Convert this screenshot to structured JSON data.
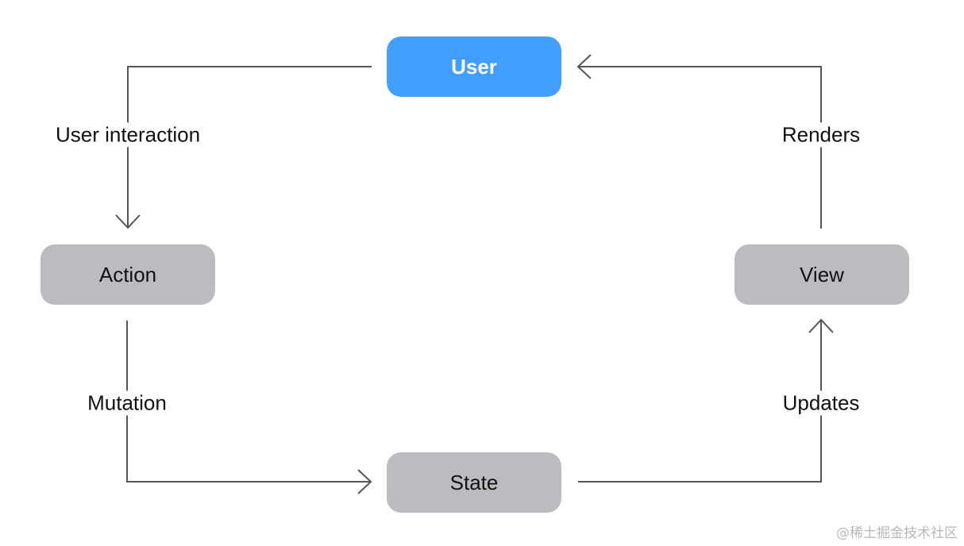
{
  "nodes": {
    "user": "User",
    "action": "Action",
    "state": "State",
    "view": "View"
  },
  "edges": {
    "user_to_action": "User interaction",
    "action_to_state": "Mutation",
    "state_to_view": "Updates",
    "view_to_user": "Renders"
  },
  "watermark": "@稀土掘金技术社区",
  "colors": {
    "primary_node": "#419eff",
    "secondary_node": "#bbbcc0",
    "connector": "#555555"
  }
}
